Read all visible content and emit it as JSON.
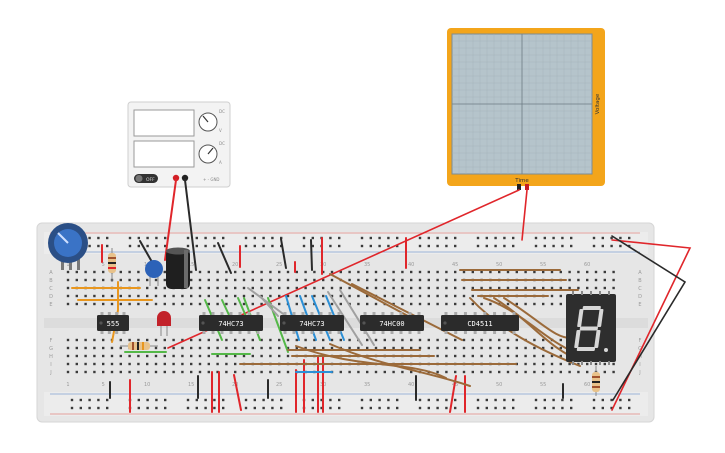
{
  "oscilloscope": {
    "x_label": "Time",
    "y_label": "Voltage"
  },
  "power_supply": {
    "switch_label": "OFF"
  },
  "chips": [
    {
      "label": "555"
    },
    {
      "label": "74HC73"
    },
    {
      "label": "74HC73"
    },
    {
      "label": "74HC00"
    },
    {
      "label": "CD4511"
    }
  ],
  "breadboard": {
    "column_numbers": [
      "1",
      "5",
      "10",
      "15",
      "20",
      "25",
      "30",
      "35",
      "40",
      "45",
      "50",
      "55",
      "60"
    ],
    "row_letters_top": [
      "A",
      "B",
      "C",
      "D",
      "E"
    ],
    "row_letters_bottom": [
      "F",
      "G",
      "H",
      "I",
      "J"
    ]
  },
  "seven_segment": {
    "digit": "8"
  },
  "colors": {
    "board": "#e8e8e8",
    "chip": "#2b2b2b",
    "scope_frame": "#f2a81e",
    "wire_red": "#e0262b",
    "wire_black": "#2a2a2a",
    "wire_brown": "#9b6a3a",
    "wire_green": "#54b848",
    "wire_blue": "#2b8fd6",
    "wire_orange": "#e8961e",
    "wire_gray": "#9a9a9a"
  }
}
